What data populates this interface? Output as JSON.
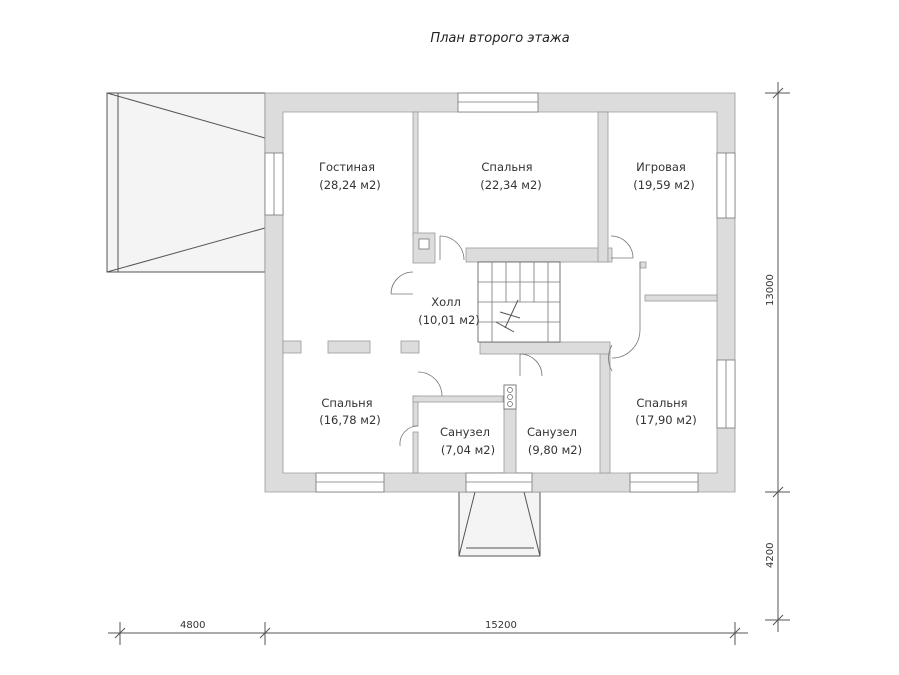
{
  "title": "План второго этажа",
  "rooms": [
    {
      "name": "Гостиная",
      "area": "(28,24 м2)"
    },
    {
      "name": "Спальня",
      "area": "(22,34 м2)"
    },
    {
      "name": "Игровая",
      "area": "(19,59 м2)"
    },
    {
      "name": "Холл",
      "area": "(10,01 м2)"
    },
    {
      "name": "Спальня",
      "area": "(16,78 м2)"
    },
    {
      "name": "Санузел",
      "area": "(7,04 м2)"
    },
    {
      "name": "Санузел",
      "area": "(9,80 м2)"
    },
    {
      "name": "Спальня",
      "area": "(17,90 м2)"
    }
  ],
  "dimensions": {
    "bottom_left": "4800",
    "bottom_total": "15200",
    "right_upper": "13000",
    "right_lower": "4200"
  }
}
